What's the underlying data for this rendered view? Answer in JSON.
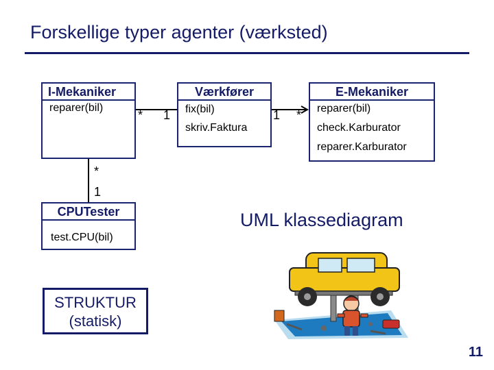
{
  "slide": {
    "title": "Forskellige typer agenter (værksted)",
    "diagram_label": "UML klassediagram",
    "stamp_line1": "STRUKTUR",
    "stamp_line2": "(statisk)",
    "page_number": "11"
  },
  "classes": {
    "imekaniker": {
      "name": "I-Mekaniker",
      "ops": [
        "reparer(bil)"
      ]
    },
    "vaerkfoerer": {
      "name": "Værkfører",
      "ops": [
        "fix(bil)",
        "skriv.Faktura"
      ]
    },
    "emekaniker": {
      "name": "E-Mekaniker",
      "ops": [
        "reparer(bil)",
        "check.Karburator",
        "reparer.Karburator"
      ]
    },
    "cputester": {
      "name": "CPUTester",
      "ops": [
        "test.CPU(bil)"
      ]
    }
  },
  "associations": {
    "imek_vf": {
      "from_mult": "*",
      "to_mult": "1"
    },
    "vf_emek": {
      "from_mult": "1",
      "to_mult": "*"
    },
    "imek_cpu": {
      "from_mult": "*",
      "to_mult": "1"
    }
  },
  "colors": {
    "accent": "#141b66"
  }
}
